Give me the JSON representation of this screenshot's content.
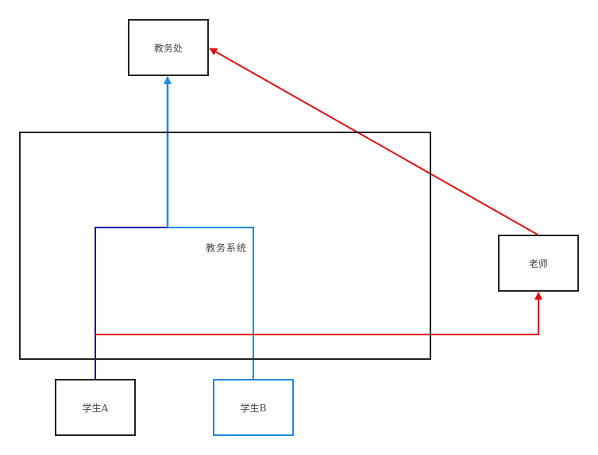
{
  "nodes": {
    "academic_office": "教务处",
    "teacher": "老师",
    "student_a": "学生A",
    "student_b": "学生B"
  },
  "container": {
    "label": "教务系统"
  },
  "colors": {
    "box_border": "#222222",
    "student_b_border": "#1e88e5",
    "edge_blue": "#1e88e5",
    "edge_navy": "#1a1aa6",
    "edge_red": "#e01010"
  }
}
